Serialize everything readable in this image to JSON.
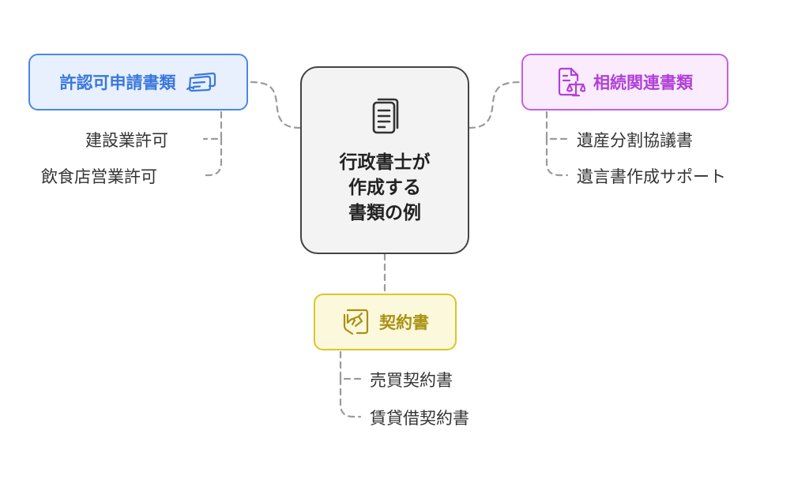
{
  "center": {
    "title_lines": [
      "行政書士が",
      "作成する",
      "書類の例"
    ],
    "icon": "document-icon"
  },
  "branches": [
    {
      "id": "permit",
      "title": "許認可申請書類",
      "icon": "card-icon",
      "color": "#4a86e8",
      "items": [
        "建設業許可",
        "飲食店営業許可"
      ]
    },
    {
      "id": "inherit",
      "title": "相続関連書類",
      "icon": "legal-document-scales-icon",
      "color": "#c160e6",
      "items": [
        "遺産分割協議書",
        "遺言書作成サポート"
      ]
    },
    {
      "id": "contract",
      "title": "契約書",
      "icon": "signing-hand-icon",
      "color": "#d9c62a",
      "items": [
        "売買契約書",
        "賃貸借契約書"
      ]
    }
  ],
  "connector_color": "#9a9a9a"
}
